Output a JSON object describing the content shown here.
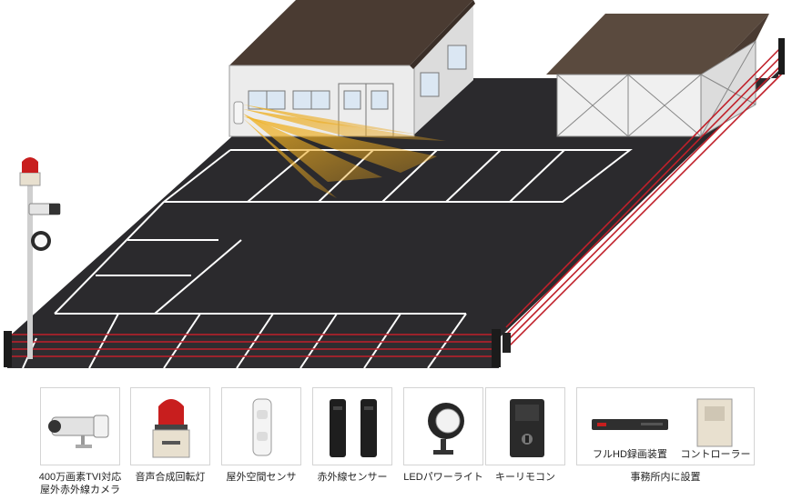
{
  "devices": [
    {
      "id": "camera",
      "label_line1": "400万画素TVI対応",
      "label_line2": "屋外赤外線カメラ",
      "icon": "bullet-camera-icon"
    },
    {
      "id": "rotating-light",
      "label_line1": "音声合成回転灯",
      "icon": "rotating-light-icon"
    },
    {
      "id": "space-sensor",
      "label_line1": "屋外空間センサ",
      "icon": "space-sensor-icon"
    },
    {
      "id": "infrared-sensor",
      "label_line1": "赤外線センサー",
      "icon": "infrared-beam-sensor-icon"
    },
    {
      "id": "led-light",
      "label_line1": "LEDパワーライト",
      "icon": "led-floodlight-icon"
    },
    {
      "id": "key-remote",
      "label_line1": "キーリモコン",
      "icon": "key-remote-icon"
    }
  ],
  "office": {
    "label": "事務所内に設置",
    "items": [
      {
        "id": "recorder",
        "label": "フルHD録画装置",
        "icon": "dvr-recorder-icon"
      },
      {
        "id": "controller",
        "label": "コントローラー",
        "icon": "controller-icon"
      }
    ]
  },
  "colors": {
    "asphalt": "#2b2a2d",
    "beam": "#c0202a",
    "sensor_cone": "#e6a21c",
    "roof": "#4a3b32",
    "wall": "#ececec",
    "window": "#dbe7f3",
    "box_border": "#d4d4d4"
  }
}
